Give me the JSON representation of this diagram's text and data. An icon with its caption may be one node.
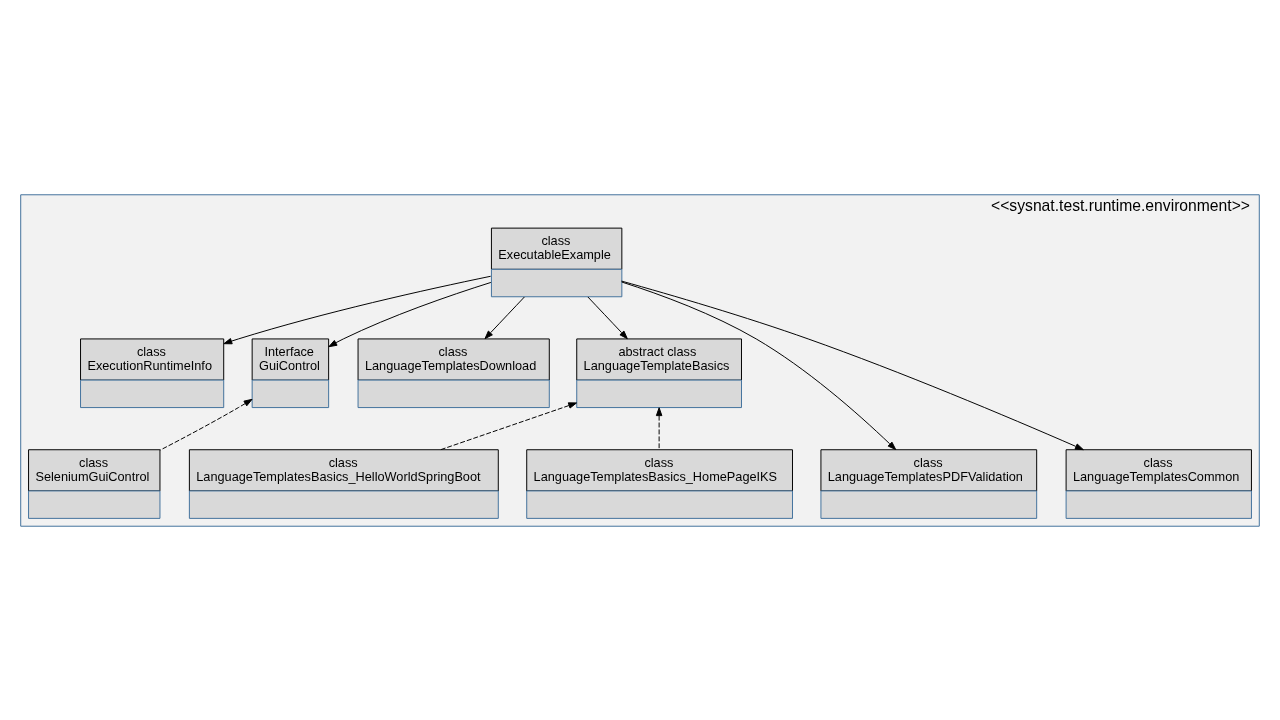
{
  "diagram": {
    "nodes": [
      {
        "text": [
          "<<sysnat.test.runtime.environment>>"
        ]
      },
      {
        "text": [
          "class",
          "ExecutableExample"
        ],
        "in": 0
      },
      {
        "text": [
          "class",
          "ExecutionRuntimeInfo"
        ],
        "in": 0
      },
      {
        "text": [
          "Interface",
          "GuiControl"
        ],
        "in": 0
      },
      {
        "text": [
          "class",
          "LanguageTemplatesDownload"
        ],
        "in": 0
      },
      {
        "text": [
          "abstract class",
          "LanguageTemplateBasics"
        ],
        "in": 0
      },
      {
        "text": [
          "class",
          "LanguageTemplatesPDFValidation"
        ],
        "in": 0
      },
      {
        "text": [
          "class",
          "SeleniumGuiControl"
        ],
        "in": 0
      },
      {
        "text": [
          "class",
          "LanguageTemplatesCommon"
        ],
        "in": 0
      },
      {
        "text": [
          "class",
          "LanguageTemplatesBasics_HelloWorldSpringBoot"
        ],
        "in": 0
      },
      {
        "text": [
          "class",
          "LanguageTemplatesBasics_HomePageIKS"
        ],
        "in": 0
      }
    ],
    "edges": [
      {
        "from": 1,
        "to": 2,
        "arrow": "to"
      },
      {
        "from": 1,
        "to": 4,
        "arrow": "to"
      },
      {
        "from": 1,
        "to": 6,
        "arrow": "to"
      },
      {
        "from": 1,
        "to": 8,
        "arrow": "to"
      },
      {
        "from": 1,
        "to": 5,
        "arrow": "to"
      },
      {
        "from": 1,
        "to": 3,
        "arrow": "to"
      },
      {
        "from": 7,
        "to": 3,
        "arrow": "to",
        "style": "dashed"
      },
      {
        "from": 9,
        "to": 5,
        "arrow": "to",
        "style": "dashed"
      },
      {
        "from": 10,
        "to": 5,
        "arrow": "to",
        "style": "dashed"
      }
    ]
  }
}
